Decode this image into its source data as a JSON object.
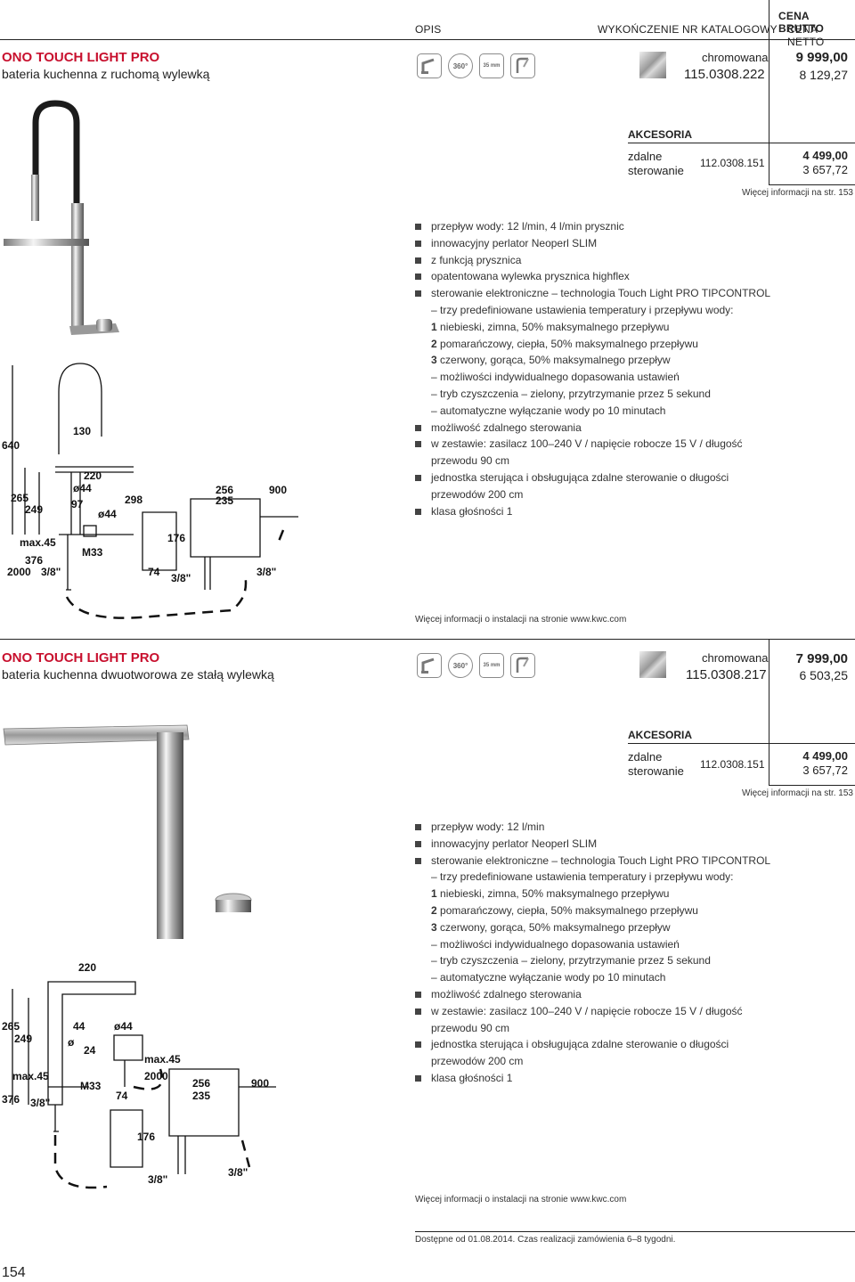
{
  "header": {
    "col_opis": "OPIS",
    "col_wykonczenie": "WYKOŃCZENIE",
    "col_nr": "NR KATALOGOWY",
    "col_brutto": "CENA BRUTTO",
    "col_netto": "CENA NETTO"
  },
  "product1": {
    "name": "ONO TOUCH LIGHT PRO",
    "desc": "bateria kuchenna z ruchomą wylewką",
    "finish": "chromowana",
    "catalog": "115.0308.222",
    "price_gross": "9 999,00",
    "price_net": "8 129,27",
    "icon_35mm": "35 mm",
    "icon_360": "360°",
    "accessories_label": "AKCESORIA",
    "acc_name_1": "zdalne",
    "acc_name_2": "sterowanie",
    "acc_catalog": "112.0308.151",
    "acc_gross": "4 499,00",
    "acc_net": "3 657,72",
    "more_info": "Więcej informacji na str. 153",
    "features": [
      {
        "text": "przepływ wody: 12 l/min, 4 l/min prysznic",
        "bullet": true
      },
      {
        "text": "innowacyjny perlator Neoperl SLIM",
        "bullet": true
      },
      {
        "text": "z funkcją prysznica",
        "bullet": true
      },
      {
        "text": "opatentowana wylewka prysznica highflex",
        "bullet": true
      },
      {
        "text": "sterowanie elektroniczne – technologia Touch Light PRO TIPCONTROL",
        "bullet": true
      },
      {
        "text": "– trzy predefiniowane ustawienia temperatury i przepływu wody:",
        "bullet": false
      },
      {
        "num": "1",
        "text": " niebieski, zimna, 50% maksymalnego przepływu",
        "bullet": false
      },
      {
        "num": "2",
        "text": " pomarańczowy, ciepła, 50% maksymalnego przepływu",
        "bullet": false
      },
      {
        "num": "3",
        "text": " czerwony, gorąca, 50% maksymalnego przepływ",
        "bullet": false
      },
      {
        "text": "– możliwości indywidualnego dopasowania ustawień",
        "bullet": false
      },
      {
        "text": "– tryb czyszczenia – zielony, przytrzymanie przez 5 sekund",
        "bullet": false
      },
      {
        "text": "– automatyczne wyłączanie wody po 10 minutach",
        "bullet": false
      },
      {
        "text": "możliwość zdalnego sterowania",
        "bullet": true
      },
      {
        "text": "w zestawie: zasilacz 100–240 V / napięcie robocze 15 V / długość przewodu 90 cm",
        "bullet": true
      },
      {
        "text": "jednostka sterująca i obsługująca zdalne sterowanie o długości przewodów 200 cm",
        "bullet": true
      },
      {
        "text": "klasa głośności 1",
        "bullet": true
      }
    ],
    "install_info": "Więcej informacji o instalacji na stronie www.kwc.com",
    "dims": {
      "d640": "640",
      "d130": "130",
      "d220": "220",
      "d44a": "ø44",
      "d265": "265",
      "d249": "249",
      "d97": "97",
      "d44b": "ø44",
      "d298": "298",
      "dmax45": "max.45",
      "dM33": "M33",
      "d376": "376",
      "d2000": "2000",
      "d38a": "3/8\"",
      "d256": "256",
      "d235": "235",
      "d900": "900",
      "d176": "176",
      "d74": "74",
      "d38b": "3/8\"",
      "d38c": "3/8\""
    }
  },
  "product2": {
    "name": "ONO TOUCH LIGHT PRO",
    "desc": "bateria kuchenna dwuotworowa ze stałą wylewką",
    "finish": "chromowana",
    "catalog": "115.0308.217",
    "price_gross": "7 999,00",
    "price_net": "6 503,25",
    "icon_35mm": "35 mm",
    "icon_360": "360°",
    "accessories_label": "AKCESORIA",
    "acc_name_1": "zdalne",
    "acc_name_2": "sterowanie",
    "acc_catalog": "112.0308.151",
    "acc_gross": "4 499,00",
    "acc_net": "3 657,72",
    "more_info": "Więcej informacji na str. 153",
    "features": [
      {
        "text": "przepływ wody: 12 l/min",
        "bullet": true
      },
      {
        "text": "innowacyjny perlator Neoperl SLIM",
        "bullet": true
      },
      {
        "text": "sterowanie elektroniczne – technologia Touch Light PRO TIPCONTROL",
        "bullet": true
      },
      {
        "text": "– trzy predefiniowane ustawienia temperatury i przepływu wody:",
        "bullet": false
      },
      {
        "num": "1",
        "text": " niebieski, zimna, 50% maksymalnego przepływu",
        "bullet": false
      },
      {
        "num": "2",
        "text": " pomarańczowy, ciepła, 50% maksymalnego przepływu",
        "bullet": false
      },
      {
        "num": "3",
        "text": " czerwony, gorąca, 50% maksymalnego przepływ",
        "bullet": false
      },
      {
        "text": "– możliwości indywidualnego dopasowania ustawień",
        "bullet": false
      },
      {
        "text": "– tryb czyszczenia – zielony, przytrzymanie przez 5 sekund",
        "bullet": false
      },
      {
        "text": "– automatyczne wyłączanie wody po 10 minutach",
        "bullet": false
      },
      {
        "text": "możliwość zdalnego sterowania",
        "bullet": true
      },
      {
        "text": "w zestawie: zasilacz 100–240 V / napięcie robocze 15 V / długość przewodu 90 cm",
        "bullet": true
      },
      {
        "text": "jednostka sterująca i obsługująca zdalne sterowanie o długości przewodów 200 cm",
        "bullet": true
      },
      {
        "text": "klasa głośności 1",
        "bullet": true
      }
    ],
    "install_info": "Więcej informacji o instalacji na stronie www.kwc.com",
    "dims": {
      "d220": "220",
      "d265": "265",
      "d249": "249",
      "d44": "44",
      "dphi": "ø",
      "d44b": "ø44",
      "d24": "24",
      "dmax45a": "max.45",
      "dM33": "M33",
      "dmax45b": "max.45",
      "d2000": "2000",
      "d74": "74",
      "d376": "376",
      "d38a": "3/8\"",
      "d256": "256",
      "d235": "235",
      "d900": "900",
      "d176": "176",
      "d38b": "3/8\"",
      "d38c": "3/8\""
    }
  },
  "footer": {
    "availability": "Dostępne od 01.08.2014. Czas realizacji zamówienia 6–8 tygodni.",
    "page_number": "154"
  },
  "colors": {
    "accent": "#c8102e",
    "text": "#222222"
  },
  "icons": [
    "faucet-icon",
    "rotation-360-icon",
    "cartridge-35mm-icon",
    "pull-out-spray-icon"
  ]
}
